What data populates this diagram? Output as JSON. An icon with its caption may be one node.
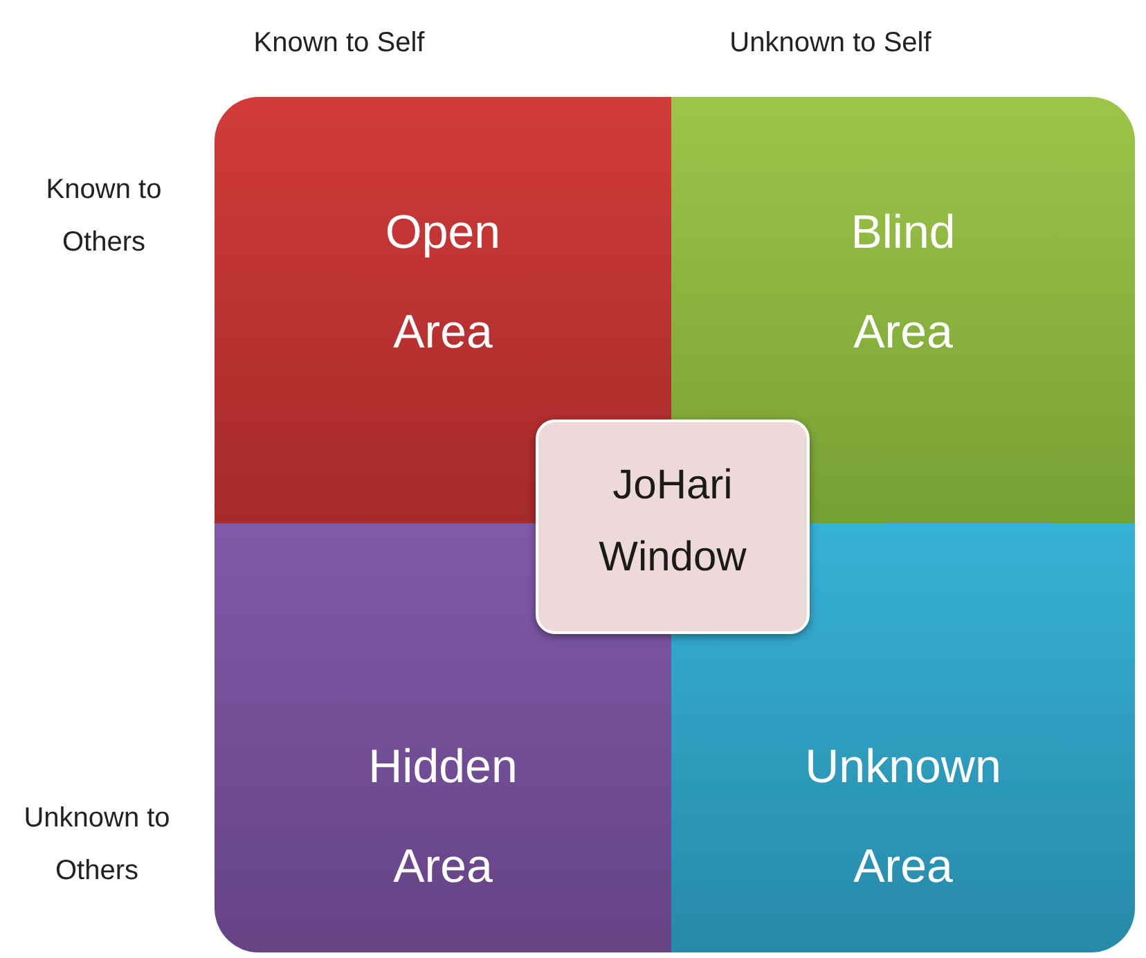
{
  "diagram": {
    "nodes": [
      {
        "text": [
          "Open Area"
        ]
      },
      {
        "text": [
          "Blind Area"
        ]
      },
      {
        "text": [
          "Hidden Area"
        ]
      },
      {
        "text": [
          "Unknown Area"
        ]
      },
      {
        "text": [
          "JoHari Window"
        ]
      }
    ],
    "labels": [
      "Known to Self",
      "Unknown to Self",
      "Known to Others",
      "Unknown to Others"
    ]
  }
}
